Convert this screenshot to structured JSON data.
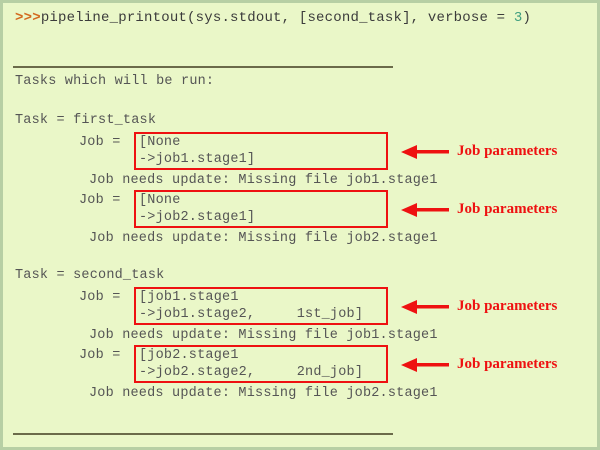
{
  "window": {
    "background_color": "#eaf7c8",
    "border_color": "#b7cfa4",
    "text_color": "#555555",
    "prompt_color": "#d2691e",
    "number_color": "#3f9f7f",
    "rule_color": "#6b6b4a",
    "highlight_color": "#ee1111"
  },
  "prompt": {
    "chevron": ">>>",
    "command_before_number": "pipeline_printout(sys.stdout, [second_task], verbose = ",
    "verbose_value": "3",
    "command_after_number": ")"
  },
  "output": {
    "heading": "Tasks which will be run:",
    "tasks": [
      {
        "header": "Task = first_task",
        "jobs": [
          {
            "label": "Job =",
            "param_line_1": "[None",
            "param_line_2": "->job1.stage1]",
            "status": "Job needs update: Missing file job1.stage1"
          },
          {
            "label": "Job =",
            "param_line_1": "[None",
            "param_line_2": "->job2.stage1]",
            "status": "Job needs update: Missing file job2.stage1"
          }
        ]
      },
      {
        "header": "Task = second_task",
        "jobs": [
          {
            "label": "Job =",
            "param_line_1": "[job1.stage1",
            "param_line_2": "->job1.stage2,     1st_job]",
            "status": "Job needs update: Missing file job1.stage1"
          },
          {
            "label": "Job =",
            "param_line_1": "[job2.stage1",
            "param_line_2": "->job2.stage2,     2nd_job]",
            "status": "Job needs update: Missing file job2.stage1"
          }
        ]
      }
    ]
  },
  "annotations": [
    {
      "label": "Job parameters",
      "icon": "left-arrow-icon"
    },
    {
      "label": "Job parameters",
      "icon": "left-arrow-icon"
    },
    {
      "label": "Job parameters",
      "icon": "left-arrow-icon"
    },
    {
      "label": "Job parameters",
      "icon": "left-arrow-icon"
    }
  ]
}
